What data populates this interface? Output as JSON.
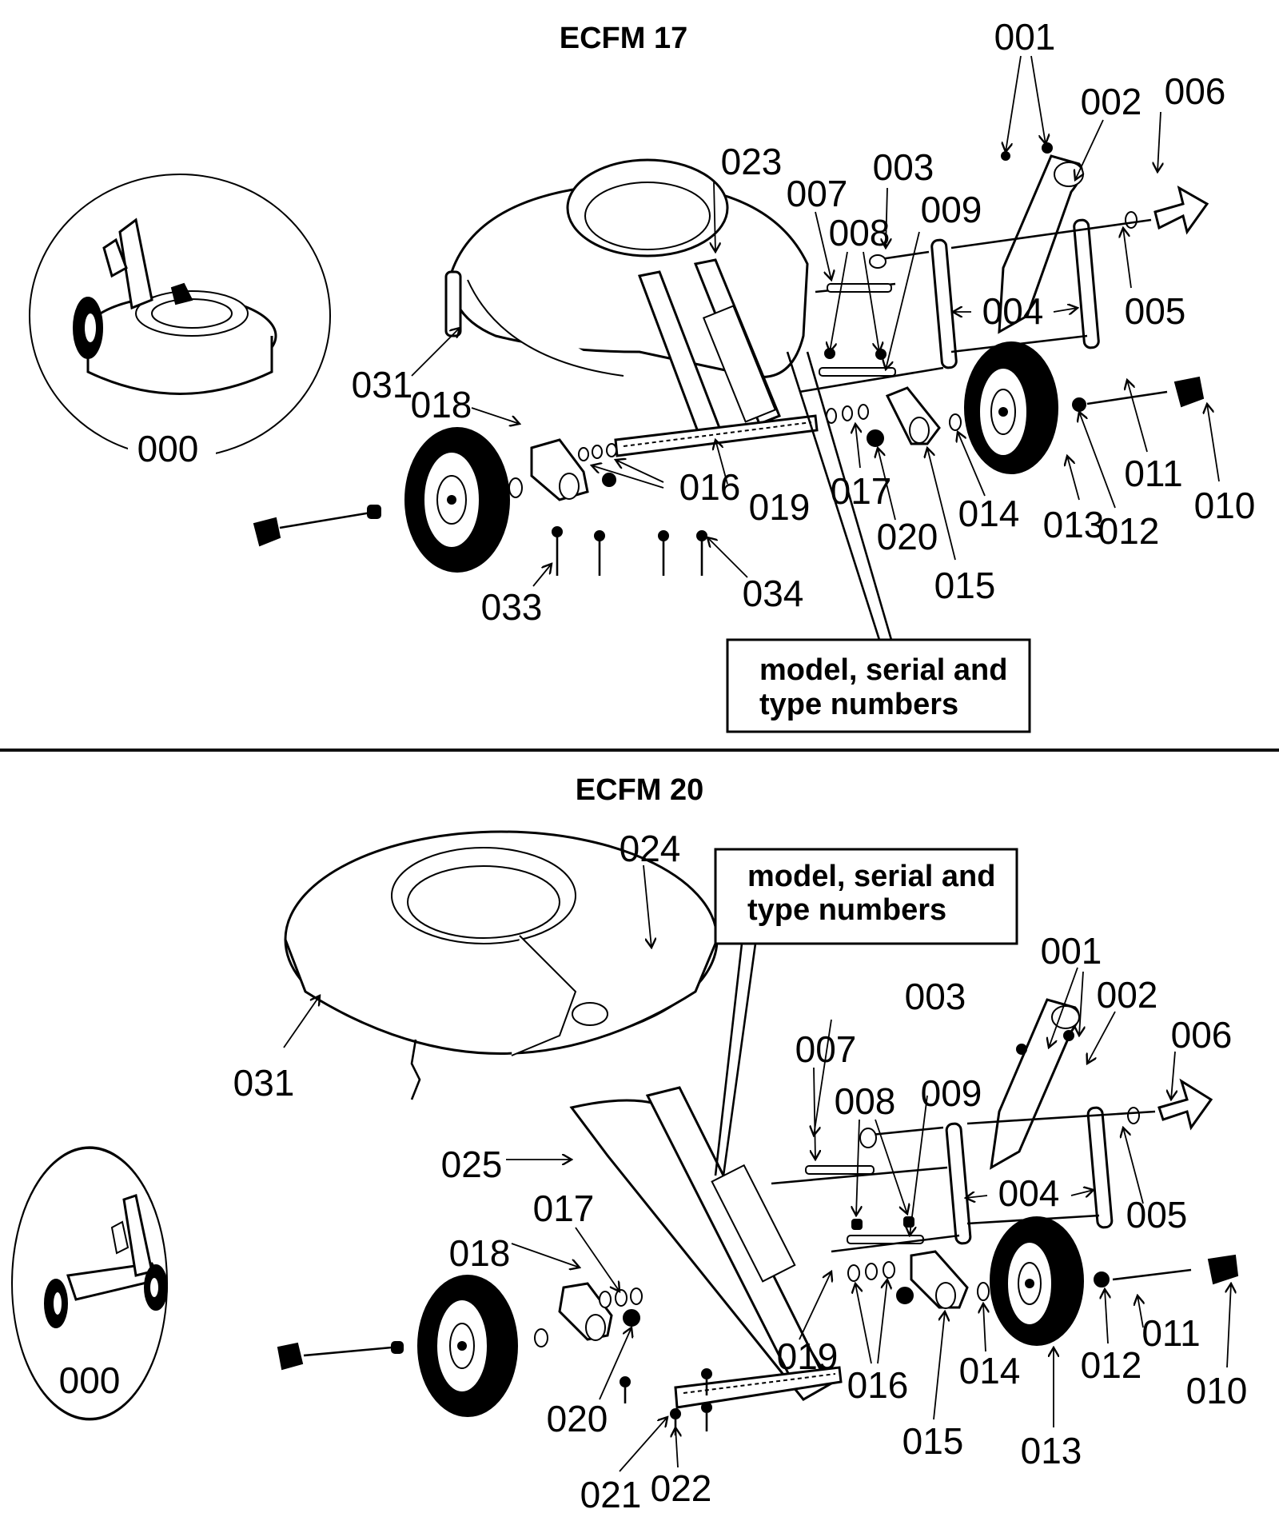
{
  "document": {
    "type": "exploded parts diagram",
    "divider": true
  },
  "sections": [
    {
      "id": "ecfm17",
      "title": "ECFM 17",
      "note": {
        "line1": "model, serial and",
        "line2": "type numbers"
      },
      "callouts": [
        "000",
        "001",
        "002",
        "003",
        "004",
        "005",
        "006",
        "007",
        "008",
        "009",
        "010",
        "011",
        "012",
        "013",
        "014",
        "015",
        "016",
        "017",
        "018",
        "019",
        "020",
        "023",
        "031",
        "033",
        "034"
      ]
    },
    {
      "id": "ecfm20",
      "title": "ECFM 20",
      "note": {
        "line1": "model, serial and",
        "line2": "type numbers"
      },
      "callouts": [
        "000",
        "001",
        "002",
        "003",
        "004",
        "005",
        "006",
        "007",
        "008",
        "009",
        "010",
        "011",
        "012",
        "013",
        "014",
        "015",
        "016",
        "017",
        "018",
        "019",
        "020",
        "021",
        "022",
        "024",
        "025",
        "031"
      ]
    }
  ]
}
